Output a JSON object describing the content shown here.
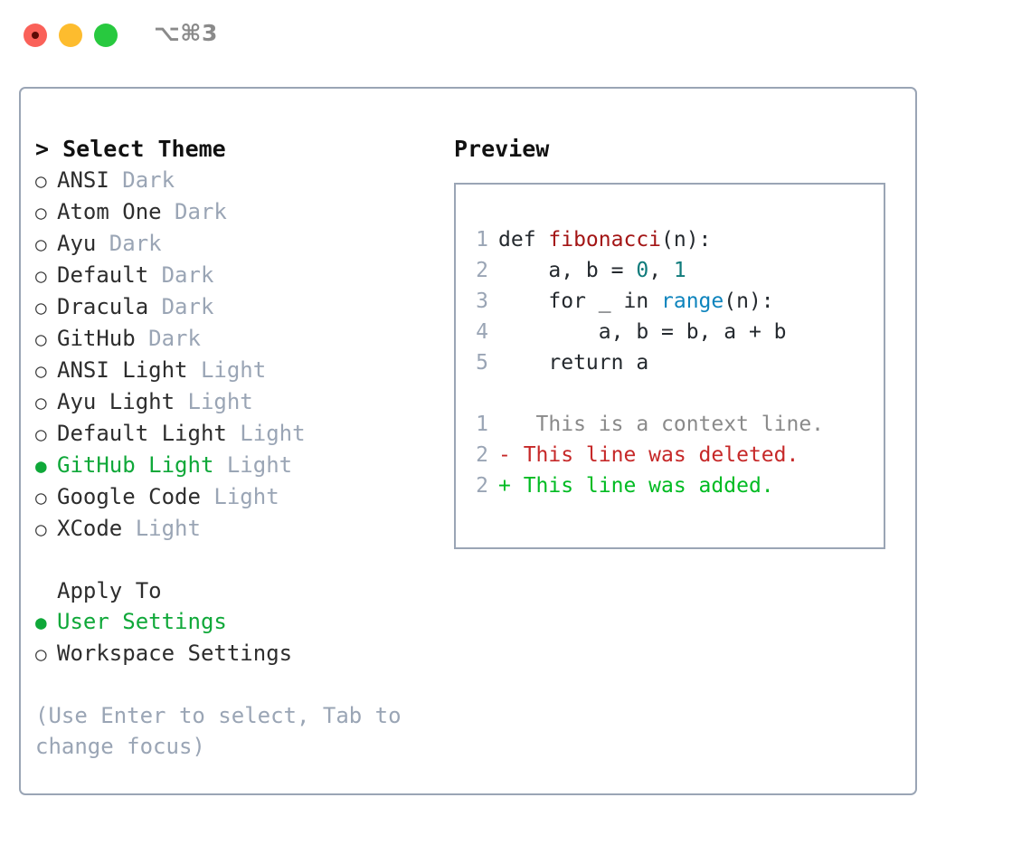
{
  "titlebar": {
    "shortcut": "⌥⌘3",
    "buttons": [
      {
        "name": "close",
        "color": "#fa6159"
      },
      {
        "name": "minimize",
        "color": "#fdbc2e"
      },
      {
        "name": "zoom",
        "color": "#28c93f"
      }
    ]
  },
  "theme_picker": {
    "header": "> Select Theme",
    "markers": {
      "selected": "●",
      "unselected": "○"
    },
    "items": [
      {
        "name": "ANSI",
        "variant": "Dark",
        "selected": false
      },
      {
        "name": "Atom One",
        "variant": "Dark",
        "selected": false
      },
      {
        "name": "Ayu",
        "variant": "Dark",
        "selected": false
      },
      {
        "name": "Default",
        "variant": "Dark",
        "selected": false
      },
      {
        "name": "Dracula",
        "variant": "Dark",
        "selected": false
      },
      {
        "name": "GitHub",
        "variant": "Dark",
        "selected": false
      },
      {
        "name": "ANSI Light",
        "variant": "Light",
        "selected": false
      },
      {
        "name": "Ayu Light",
        "variant": "Light",
        "selected": false
      },
      {
        "name": "Default Light",
        "variant": "Light",
        "selected": false
      },
      {
        "name": "GitHub Light",
        "variant": "Light",
        "selected": true
      },
      {
        "name": "Google Code",
        "variant": "Light",
        "selected": false
      },
      {
        "name": "XCode",
        "variant": "Light",
        "selected": false
      }
    ]
  },
  "apply_to": {
    "header": "Apply To",
    "items": [
      {
        "name": "User Settings",
        "selected": true
      },
      {
        "name": "Workspace Settings",
        "selected": false
      }
    ]
  },
  "hint": "(Use Enter to select, Tab to change focus)",
  "preview": {
    "title": "Preview",
    "code_lines": [
      {
        "number": "1",
        "tokens": [
          {
            "text": "def ",
            "type": "plain"
          },
          {
            "text": "fibonacci",
            "type": "func"
          },
          {
            "text": "(n):",
            "type": "plain"
          }
        ]
      },
      {
        "number": "2",
        "tokens": [
          {
            "text": "    a, b = ",
            "type": "plain"
          },
          {
            "text": "0",
            "type": "num"
          },
          {
            "text": ", ",
            "type": "plain"
          },
          {
            "text": "1",
            "type": "num"
          }
        ]
      },
      {
        "number": "3",
        "tokens": [
          {
            "text": "    for _ in ",
            "type": "plain"
          },
          {
            "text": "range",
            "type": "blue"
          },
          {
            "text": "(n):",
            "type": "plain"
          }
        ]
      },
      {
        "number": "4",
        "tokens": [
          {
            "text": "        a, b = b, a + b",
            "type": "plain"
          }
        ]
      },
      {
        "number": "5",
        "tokens": [
          {
            "text": "    return a",
            "type": "plain"
          }
        ]
      }
    ],
    "diff_lines": [
      {
        "number": "1",
        "sign": " ",
        "text": "  This is a context line.",
        "kind": "context"
      },
      {
        "number": "2",
        "sign": "-",
        "text": " This line was deleted.",
        "kind": "deleted"
      },
      {
        "number": "2",
        "sign": "+",
        "text": " This line was added.",
        "kind": "added"
      }
    ]
  },
  "colors": {
    "accent_green": "#0fa839",
    "muted": "#9aa5b5",
    "border": "#9aa5b5",
    "func_red": "#a31515",
    "number_teal": "#0f7b7b",
    "builtin_blue": "#0e84bd",
    "diff_delete": "#c62828",
    "diff_add": "#00bb22"
  }
}
